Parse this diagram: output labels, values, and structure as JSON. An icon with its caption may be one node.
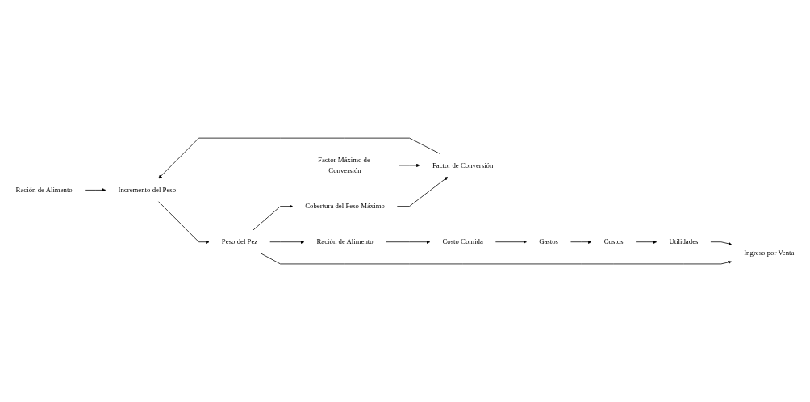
{
  "diagram": {
    "nodes": [
      {
        "text": [
          "Ración de Alimento"
        ]
      },
      {
        "text": [
          "Incremento del Peso"
        ]
      },
      {
        "text": [
          "Peso del Pez"
        ]
      },
      {
        "text": [
          "Factor Máximo de Conversión"
        ]
      },
      {
        "text": [
          "Factor de Conversión"
        ]
      },
      {
        "text": [
          "Cobertura del Peso Máximo"
        ]
      },
      {
        "text": [
          "Ración de Alimento"
        ]
      },
      {
        "text": [
          "Costo Comida"
        ]
      },
      {
        "text": [
          "Ingreso por Venta"
        ]
      },
      {
        "text": [
          "Gastos"
        ]
      },
      {
        "text": [
          "Costos"
        ]
      },
      {
        "text": [
          "Utilidades"
        ]
      }
    ],
    "edges": [
      {
        "from": 0,
        "to": 1,
        "arrow": "to"
      },
      {
        "from": 1,
        "to": 2,
        "arrow": "to"
      },
      {
        "from": 4,
        "to": 1,
        "arrow": "to"
      },
      {
        "from": 2,
        "to": 5,
        "arrow": "to"
      },
      {
        "from": 5,
        "to": 4,
        "arrow": "to"
      },
      {
        "from": 3,
        "to": 4,
        "arrow": "to"
      },
      {
        "from": 2,
        "to": 6,
        "arrow": "to"
      },
      {
        "from": 2,
        "to": 8,
        "arrow": "to"
      },
      {
        "from": 6,
        "to": 7,
        "arrow": "to"
      },
      {
        "from": 7,
        "to": 9,
        "arrow": "to"
      },
      {
        "from": 9,
        "to": 10,
        "arrow": "to"
      },
      {
        "from": 10,
        "to": 11,
        "arrow": "to"
      },
      {
        "from": 11,
        "to": 8,
        "arrow": "to"
      }
    ]
  }
}
